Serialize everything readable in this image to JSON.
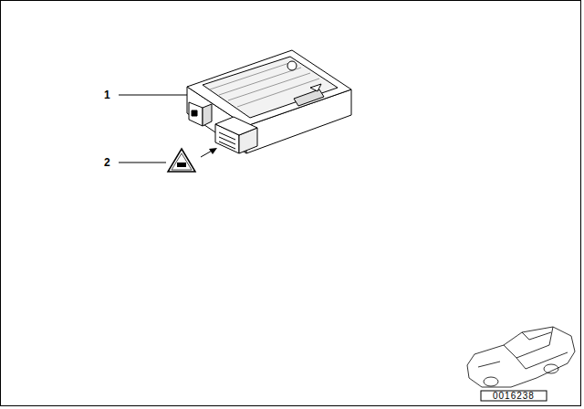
{
  "diagram": {
    "labels": [
      "1",
      "2",
      "0016238"
    ]
  }
}
